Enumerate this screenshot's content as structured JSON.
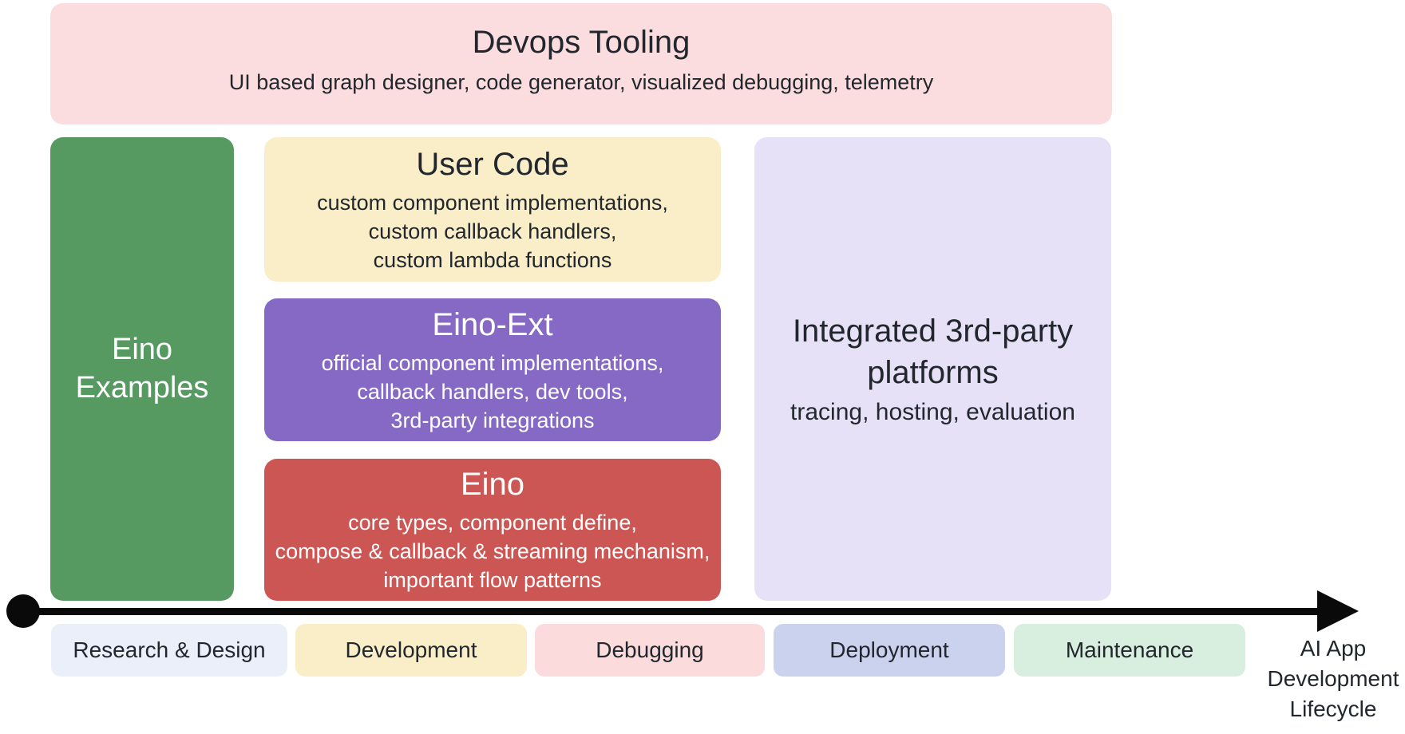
{
  "palette": {
    "devops_bg": "#FCDDDF",
    "eino_examples_bg": "#569A62",
    "user_code_bg": "#FAEEC8",
    "eino_ext_bg": "#8569C5",
    "eino_core_bg": "#CC5653",
    "third_party_bg": "#E7E1F7",
    "arrow_color": "#0A0A0A",
    "dark_text": "#22272E",
    "light_text": "#FFFFFF"
  },
  "devops": {
    "title": "Devops Tooling",
    "subtitle": "UI based graph designer, code generator, visualized debugging, telemetry"
  },
  "eino_examples": {
    "title": "Eino\nExamples"
  },
  "user_code": {
    "title": "User Code",
    "body": "custom component implementations,\ncustom callback handlers,\ncustom lambda functions"
  },
  "eino_ext": {
    "title": "Eino-Ext",
    "body": "official component implementations,\ncallback handlers, dev tools,\n3rd-party integrations"
  },
  "eino_core": {
    "title": "Eino",
    "body": "core types, component define,\ncompose & callback & streaming mechanism,\nimportant flow patterns"
  },
  "third_party": {
    "title": "Integrated 3rd-party\nplatforms",
    "body": "tracing, hosting, evaluation"
  },
  "timeline": {
    "stages": [
      {
        "label": "Research & Design",
        "bg": "#EAEFF9"
      },
      {
        "label": "Development",
        "bg": "#FAEEC8"
      },
      {
        "label": "Debugging",
        "bg": "#FBDBDB"
      },
      {
        "label": "Deployment",
        "bg": "#CBD2EE"
      },
      {
        "label": "Maintenance",
        "bg": "#D8EFDF"
      }
    ],
    "axis_label": "AI App\nDevelopment\nLifecycle"
  }
}
